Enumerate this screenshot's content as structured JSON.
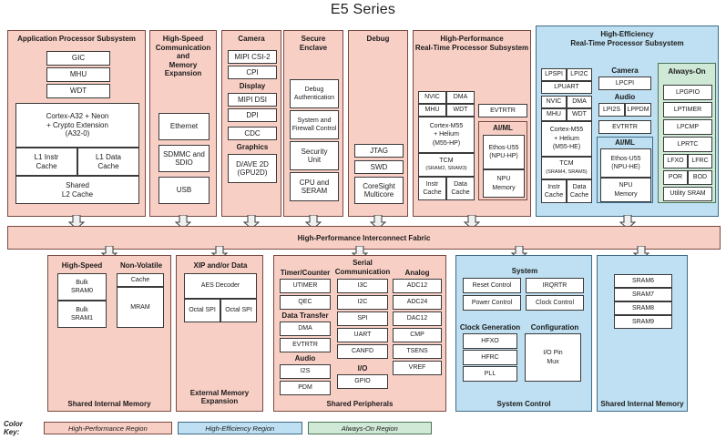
{
  "title": "E5 Series",
  "fabric": {
    "label": "High-Performance Interconnect Fabric"
  },
  "color_key": {
    "label": "Color Key:",
    "items": [
      {
        "name": "High-Performance Region",
        "color": "#f8cfc5"
      },
      {
        "name": "High-Efficiency Region",
        "color": "#bfe0f2"
      },
      {
        "name": "Always-On Region",
        "color": "#cfe9d6"
      }
    ]
  },
  "top_columns": {
    "app_processor": {
      "title": "Application Processor Subsystem",
      "gic": "GIC",
      "mhu": "MHU",
      "wdt": "WDT",
      "core_l1": "Cortex-A32 + Neon",
      "core_l2": "+ Crypto Extension",
      "core_l3": "(A32-0)",
      "l1i_a": "L1 Instr",
      "l1i_b": "Cache",
      "l1d_a": "L1 Data",
      "l1d_b": "Cache",
      "l2_a": "Shared",
      "l2_b": "L2 Cache"
    },
    "high_speed": {
      "title_l1": "High-Speed",
      "title_l2": "Communication and",
      "title_l3": "Memory Expansion",
      "ethernet": "Ethernet",
      "sdmmc_a": "SDMMC and",
      "sdmmc_b": "SDIO",
      "usb": "USB"
    },
    "camera": {
      "title": "Camera",
      "mipi_csi2": "MIPI CSI-2",
      "cpi": "CPI",
      "display_title": "Display",
      "mipi_dsi": "MIPI DSI",
      "dpi": "DPI",
      "cdc": "CDC",
      "graphics_title": "Graphics",
      "gpu_a": "D/AVE 2D",
      "gpu_b": "(GPU2D)"
    },
    "secure_enclave": {
      "title_l1": "Secure",
      "title_l2": "Enclave",
      "debug_auth_a": "Debug",
      "debug_auth_b": "Authentication",
      "firewall_a": "System and",
      "firewall_b": "Firewall Control",
      "security_a": "Security",
      "security_b": "Unit",
      "cpu_seram_a": "CPU and",
      "cpu_seram_b": "SERAM"
    },
    "debug": {
      "title": "Debug",
      "jtag": "JTAG",
      "swd": "SWD",
      "coresight_a": "CoreSight",
      "coresight_b": "Multicore"
    },
    "hp_rt": {
      "title_l1": "High-Performance",
      "title_l2": "Real-Time Processor Subsystem",
      "nvic": "NVIC",
      "dma": "DMA",
      "mhu": "MHU",
      "wdt": "WDT",
      "core_a": "Cortex-M55",
      "core_b": "+ Helium",
      "core_c": "(M55-HP)",
      "tcm": "TCM",
      "tcm_sub": "(SRAM2, SRAM3)",
      "instr_a": "Instr",
      "instr_b": "Cache",
      "data_a": "Data",
      "data_b": "Cache",
      "evtrtr": "EVTRTR",
      "aiml_title": "AI/ML",
      "ethos_a": "Ethos-U55",
      "ethos_b": "(NPU-HP)",
      "npu_a": "NPU",
      "npu_b": "Memory"
    },
    "he_rt": {
      "title_l1": "High-Efficiency",
      "title_l2": "Real-Time Processor Subsystem",
      "lpspi": "LPSPI",
      "lpi2c": "LPI2C",
      "lpuart": "LPUART",
      "nvic": "NVIC",
      "dma": "DMA",
      "mhu": "MHU",
      "wdt": "WDT",
      "core_a": "Cortex-M55",
      "core_b": "+ Helium",
      "core_c": "(M55-HE)",
      "tcm": "TCM",
      "tcm_sub": "(SRAM4, SRAM5)",
      "instr_a": "Instr",
      "instr_b": "Cache",
      "data_a": "Data",
      "data_b": "Cache",
      "camera_title": "Camera",
      "lpcpi": "LPCPI",
      "audio_title": "Audio",
      "lpi2s": "LPI2S",
      "lppdm": "LPPDM",
      "evtrtr": "EVTRTR",
      "aiml_title": "AI/ML",
      "ethos_a": "Ethos-U55",
      "ethos_b": "(NPU-HE)",
      "npu_a": "NPU",
      "npu_b": "Memory",
      "always_on": {
        "title": "Always-On",
        "lpgpio": "LPGPIO",
        "lptimer": "LPTIMER",
        "lpcmp": "LPCMP",
        "lprtc": "LPRTC",
        "lfxo": "LFXO",
        "lfrc": "LFRC",
        "por": "POR",
        "bod": "BOD",
        "utility_sram": "Utility SRAM"
      }
    }
  },
  "bottom_columns": {
    "shared_internal_memory_left": {
      "footer": "Shared Internal Memory",
      "high_speed_title": "High-Speed",
      "bulk0_a": "Bulk",
      "bulk0_b": "SRAM0",
      "bulk1_a": "Bulk",
      "bulk1_b": "SRAM1",
      "non_volatile_title": "Non-Volatile",
      "cache": "Cache",
      "mram": "MRAM"
    },
    "external_memory": {
      "footer_l1": "External Memory",
      "footer_l2": "Expansion",
      "title": "XIP and/or Data",
      "aes": "AES Decoder",
      "ospi1": "Octal SPI",
      "ospi2": "Octal SPI"
    },
    "shared_peripherals": {
      "footer": "Shared Peripherals",
      "timer_title": "Timer/Counter",
      "utimer": "UTIMER",
      "qec": "QEC",
      "data_transfer_title": "Data Transfer",
      "dma": "DMA",
      "evtrtr": "EVTRTR",
      "audio_title": "Audio",
      "i2s": "I2S",
      "pdm": "PDM",
      "serial_title_l1": "Serial",
      "serial_title_l2": "Communication",
      "i3c": "I3C",
      "i2c": "I2C",
      "spi": "SPI",
      "uart": "UART",
      "canfd": "CANFD",
      "io_title": "I/O",
      "gpio": "GPIO",
      "analog_title": "Analog",
      "adc12": "ADC12",
      "adc24": "ADC24",
      "dac12": "DAC12",
      "cmp": "CMP",
      "tsens": "TSENS",
      "vref": "VREF"
    },
    "system_control": {
      "footer": "System Control",
      "system_title": "System",
      "reset_control": "Reset Control",
      "irqrtr": "IRQRTR",
      "power_control": "Power Control",
      "clock_control": "Clock Control",
      "clock_gen_title": "Clock Generation",
      "hfxo": "HFXO",
      "hfrc": "HFRC",
      "pll": "PLL",
      "config_title": "Configuration",
      "io_pin_mux_a": "I/O Pin",
      "io_pin_mux_b": "Mux"
    },
    "shared_internal_memory_right": {
      "footer": "Shared Internal Memory",
      "sram6": "SRAM6",
      "sram7": "SRAM7",
      "sram8": "SRAM8",
      "sram9": "SRAM9"
    }
  }
}
